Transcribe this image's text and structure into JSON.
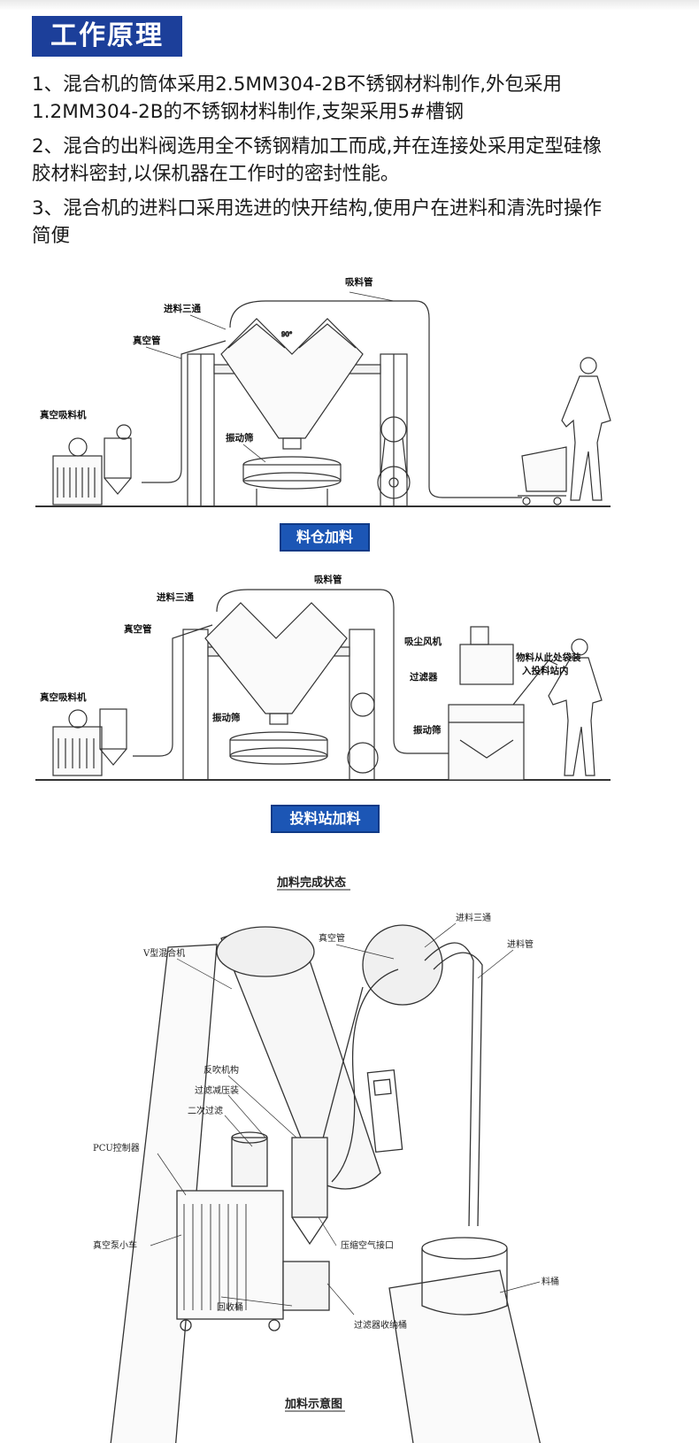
{
  "header": {
    "title": "工作原理"
  },
  "paragraphs": [
    {
      "line1": "1、混合机的筒体采用2.5MM304-2B不锈钢材料制作,外包采用",
      "line2": "1.2MM304-2B的不锈钢材料制作,支架采用5#槽钢"
    },
    {
      "line1": "2、混合的出料阀选用全不锈钢精加工而成,并在连接处采用定型硅橡",
      "line2": "胶材料密封,以保机器在工作时的密封性能。"
    },
    {
      "line1": "3、混合机的进料口采用选进的快开结构,使用户在进料和清洗时操作",
      "line2": "简便"
    }
  ],
  "figure1": {
    "caption": "料仓加料",
    "labels": {
      "suction_pipe": "吸料管",
      "feed_tee": "进料三通",
      "vacuum_pipe": "真空管",
      "vacuum_loader": "真空吸料机",
      "vibrating_sieve": "振动筛",
      "angle": "90°"
    }
  },
  "figure2": {
    "caption": "投料站加料",
    "labels": {
      "suction_pipe": "吸料管",
      "feed_tee": "进料三通",
      "vacuum_pipe": "真空管",
      "vacuum_loader": "真空吸料机",
      "vibrating_sieve": "振动筛",
      "dust_fan": "吸尘风机",
      "filter": "过滤器",
      "vibrating_sieve_2": "振动筛",
      "bag_note_1": "物料从此处袋装",
      "bag_note_2": "入投料站内"
    }
  },
  "figure3": {
    "title": "加料完成状态",
    "bottom_title": "加料示意图",
    "labels": {
      "v_mixer": "V型混合机",
      "vacuum_pipe": "真空管",
      "feed_tee": "进料三通",
      "feed_pipe": "进料管",
      "blowback": "反吹机构",
      "filter_element": "过滤减压装",
      "secondary_filter": "二次过滤",
      "plc": "PCU控制器",
      "vacuum_cart": "真空泵小车",
      "collector": "回收桶",
      "air_port": "压缩空气接口",
      "material_barrel": "料桶",
      "filter_collector": "过滤器收纳桶"
    }
  }
}
